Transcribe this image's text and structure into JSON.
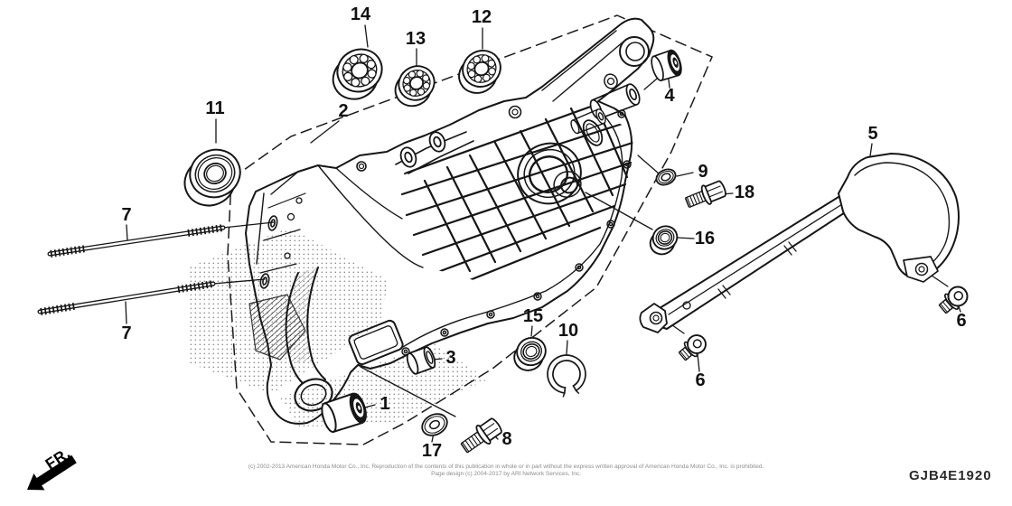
{
  "diagram": {
    "code": "GJB4E1920",
    "fr_label": "FR.",
    "footer": {
      "line1": "(c) 2002-2013 American Honda Motor Co., Inc. Reproduction of the contents of this publication in whole or in part without the express written approval of American Honda Motor Co., Inc. is prohibited.",
      "line2": "Page design (c) 2004-2017 by ARI Network Services, Inc."
    },
    "callouts": [
      {
        "label": "14"
      },
      {
        "label": "13"
      },
      {
        "label": "12"
      },
      {
        "label": "11"
      },
      {
        "label": "2"
      },
      {
        "label": "4"
      },
      {
        "label": "9"
      },
      {
        "label": "18"
      },
      {
        "label": "16"
      },
      {
        "label": "5"
      },
      {
        "label": "6"
      },
      {
        "label": "6"
      },
      {
        "label": "7"
      },
      {
        "label": "7"
      },
      {
        "label": "3"
      },
      {
        "label": "15"
      },
      {
        "label": "10"
      },
      {
        "label": "1"
      },
      {
        "label": "17"
      },
      {
        "label": "8"
      }
    ]
  }
}
